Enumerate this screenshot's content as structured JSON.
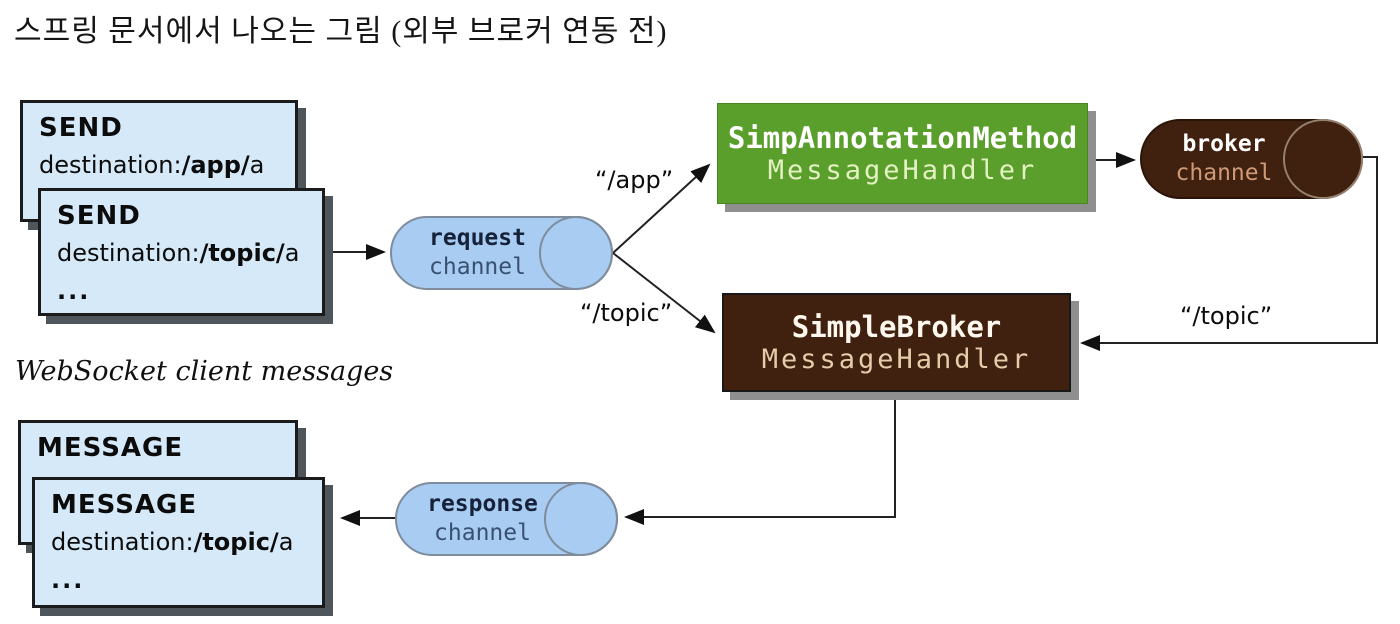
{
  "title": "스프링 문서에서 나오는 그림 (외부 브로커 연동 전)",
  "caption": "WebSocket client messages",
  "stacks": {
    "send_back": {
      "title": "SEND",
      "dest_prefix": "destination:",
      "dest_bold": "/app/",
      "dest_suffix": "a"
    },
    "send_front": {
      "title": "SEND",
      "dest_prefix": "destination:",
      "dest_bold": "/topic/",
      "dest_suffix": "a",
      "more": "..."
    },
    "message_back": {
      "title": "MESSAGE"
    },
    "message_front": {
      "title": "MESSAGE",
      "dest_prefix": "destination:",
      "dest_bold": "/topic/",
      "dest_suffix": "a",
      "more": "..."
    }
  },
  "channels": {
    "request": {
      "name": "request",
      "type": "channel"
    },
    "response": {
      "name": "response",
      "type": "channel"
    },
    "broker": {
      "name": "broker",
      "type": "channel"
    }
  },
  "handlers": {
    "simp_annotation": {
      "line1": "SimpAnnotationMethod",
      "line2": "MessageHandler"
    },
    "simple_broker": {
      "line1": "SimpleBroker",
      "line2": "MessageHandler"
    }
  },
  "edge_labels": {
    "app": "“/app”",
    "topic_from_request": "“/topic”",
    "topic_from_broker": "“/topic”"
  },
  "colors": {
    "frame_box_fill": "#d6e9f8",
    "channel_blue_fill": "#a8ccf2",
    "handler_green_fill": "#5a9e2c",
    "handler_brown_fill": "#40200f",
    "arrow": "#1a1a1a"
  }
}
